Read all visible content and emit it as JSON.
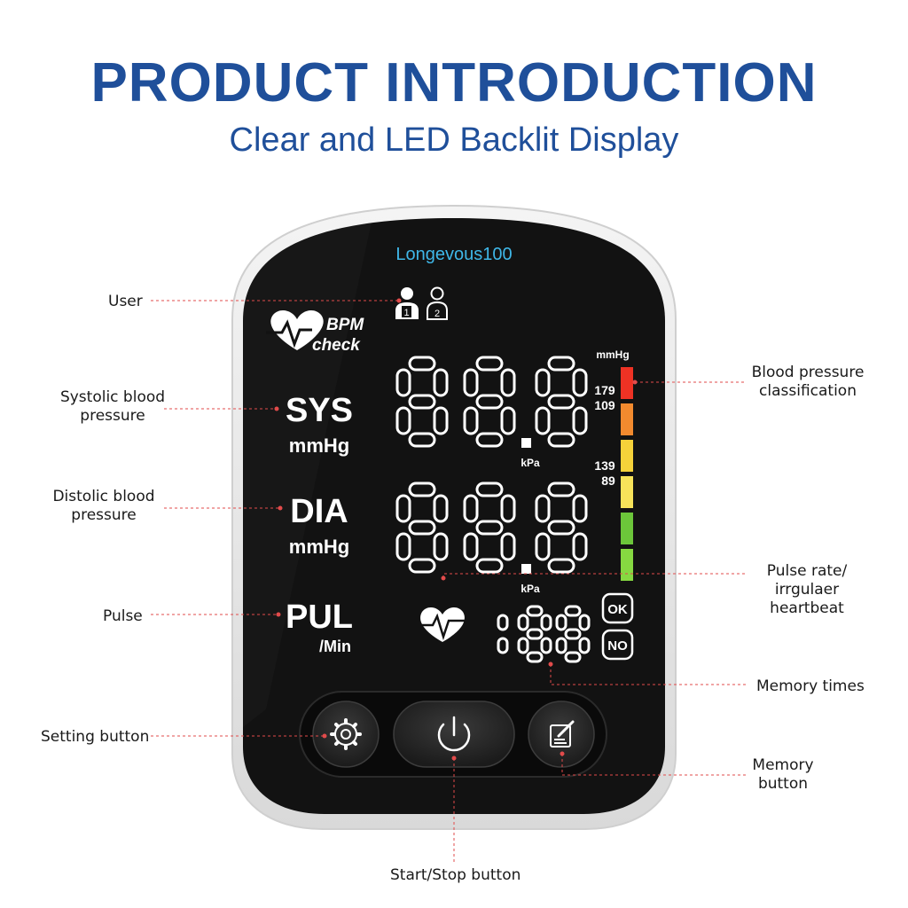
{
  "header": {
    "title": "PRODUCT INTRODUCTION",
    "subtitle": "Clear and LED Backlit Display"
  },
  "device": {
    "brand": "Longevous100",
    "bpm_logo": {
      "line1": "BPM",
      "line2": "check"
    },
    "user_badges": [
      "1",
      "2"
    ],
    "sys": {
      "label": "SYS",
      "unit": "mmHg"
    },
    "dia": {
      "label": "DIA",
      "unit": "mmHg"
    },
    "pul": {
      "label": "PUL",
      "unit": "/Min"
    },
    "kpa_label": "kPa",
    "scale": {
      "unit": "mmHg",
      "high_top": "179",
      "high_bottom": "109",
      "mid_top": "139",
      "mid_bottom": "89"
    },
    "status": {
      "ok": "OK",
      "no": "NO"
    },
    "classification_colors": [
      "#ee3224",
      "#f28a2e",
      "#f5d23a",
      "#f7e35a",
      "#6cc63a",
      "#86d941"
    ]
  },
  "callouts": {
    "user": "User",
    "systolic": [
      "Systolic blood",
      "pressure"
    ],
    "diastolic": [
      "Distolic blood",
      "pressure"
    ],
    "pulse": "Pulse",
    "setting_button": "Setting button",
    "bp_classification": [
      "Blood pressure",
      "classification"
    ],
    "pulse_rate": [
      "Pulse rate/",
      "irrgulaer heartbeat"
    ],
    "memory_times": "Memory times",
    "memory_button": [
      "Memory",
      "button"
    ],
    "start_stop": "Start/Stop button"
  }
}
